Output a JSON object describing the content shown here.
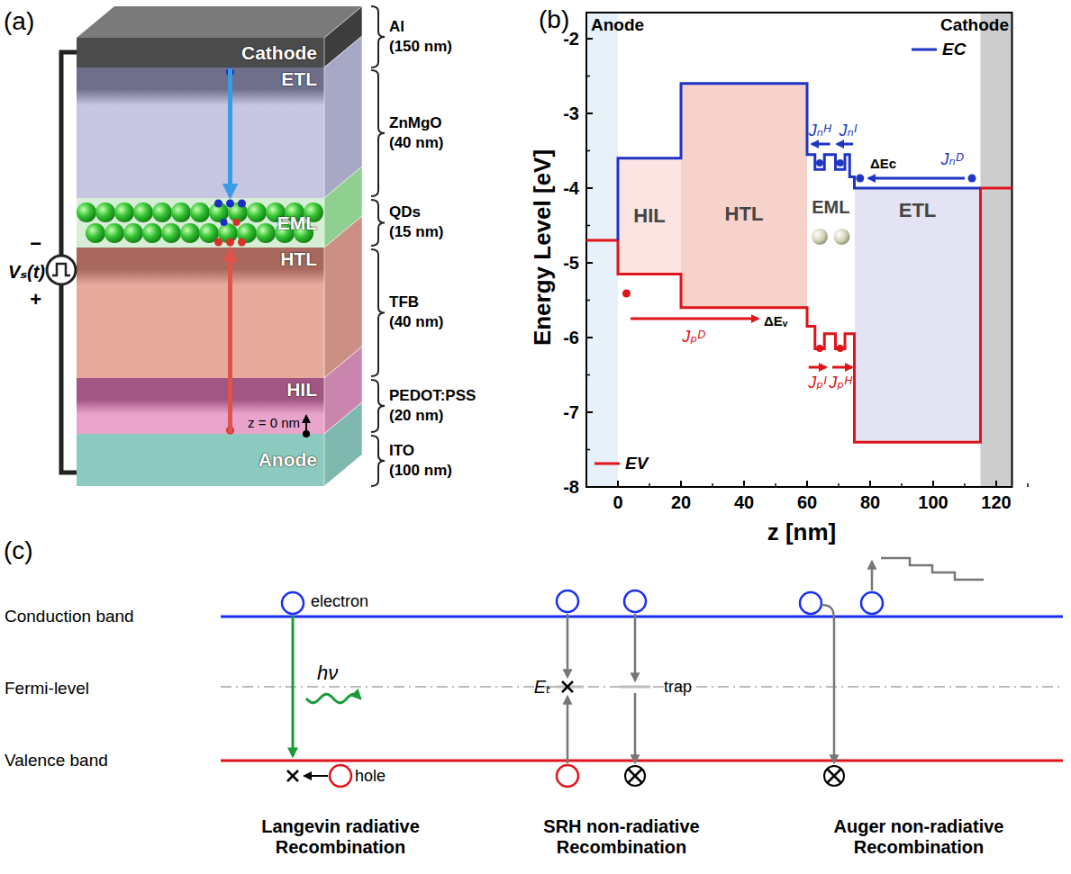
{
  "diagram": {
    "nodes": [
      {
        "text": [
          "Cathode"
        ]
      },
      {
        "text": [
          "ETL"
        ]
      },
      {
        "text": [
          "EML"
        ]
      },
      {
        "text": [
          "HTL"
        ]
      },
      {
        "text": [
          "HIL"
        ]
      },
      {
        "text": [
          "Anode"
        ]
      },
      {
        "text": [
          "HIL"
        ]
      },
      {
        "text": [
          "HTL"
        ]
      },
      {
        "text": [
          "EML"
        ]
      },
      {
        "text": [
          "ETL"
        ]
      }
    ],
    "edges": [
      {
        "from": 0,
        "to": 2,
        "arrow": "to"
      },
      {
        "from": 5,
        "to": 2,
        "arrow": "to"
      }
    ],
    "labels": [
      "(a)",
      "Al",
      "(150 nm)",
      "ZnMgO",
      "(40 nm)",
      "QDs",
      "(15 nm)",
      "TFB",
      "(40 nm)",
      "PEDOT:PSS",
      "(20 nm)",
      "ITO",
      "(100 nm)",
      "Vₛ(t)",
      "−",
      "+",
      "z = 0 nm",
      "(b)",
      "Anode",
      "Cathode",
      "Energy Level [eV]",
      "-2",
      "-3",
      "-4",
      "-5",
      "-6",
      "-7",
      "-8",
      "0",
      "20",
      "40",
      "60",
      "80",
      "100",
      "120",
      "z [nm]",
      "Jₙᴴ",
      "Jₙᴵ",
      "ΔEc",
      "Jₙᴰ",
      "Jₚᴰ",
      "ΔEᵥ",
      "Jₚᴵ",
      "Jₚᴴ",
      "(c)",
      "Conduction band",
      "Fermi-level",
      "Valence band",
      "electron",
      "hν",
      "hole",
      "Eₜ",
      "trap",
      "Langevin radiative Recombination",
      "SRH non-radiative Recombination",
      "Auger non-radiative Recombination"
    ],
    "legend": [
      {
        "text": "EC"
      },
      {
        "text": "EV"
      }
    ]
  }
}
